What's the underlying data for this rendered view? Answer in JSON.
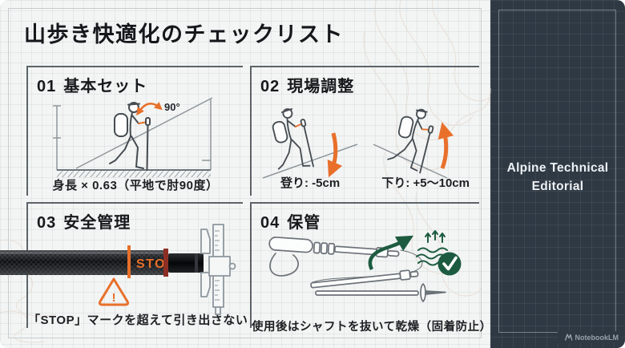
{
  "palette": {
    "accent_orange": "#e8702b",
    "accent_green": "#1d5b41",
    "stop_red": "#8e2f25",
    "ink": "#17191c",
    "paper": "#f3f5f4",
    "sidebar_bg": "#2e3944"
  },
  "title": "山歩き快適化のチェックリスト",
  "sections": [
    {
      "number": "01",
      "title": "基本セット",
      "caption": "身長 × 0.63（平地で肘90度）",
      "angle_label": "90°"
    },
    {
      "number": "02",
      "title": "現場調整",
      "uphill_caption": "登り: -5cm",
      "downhill_caption": "下り: +5〜10cm"
    },
    {
      "number": "03",
      "title": "安全管理",
      "caption": "「STOP」マークを超えて引き出さない",
      "stop_label": "STOP",
      "warning_mark": "!"
    },
    {
      "number": "04",
      "title": "保管",
      "caption": "使用後はシャフトを抜いて乾燥（固着防止）"
    }
  ],
  "sidebar": {
    "brand_line1": "Alpine Technical",
    "brand_line2": "Editorial",
    "credit": "NotebookLM"
  },
  "icons": [
    "hiker-icon",
    "angle-arc-arrow-icon",
    "adjust-down-arrow-icon",
    "adjust-up-arrow-icon",
    "stop-mark",
    "warning-triangle-icon",
    "caliper-icon",
    "dry-arrow-icon",
    "steam-icon",
    "check-circle-icon",
    "notebooklm-logo-icon"
  ]
}
